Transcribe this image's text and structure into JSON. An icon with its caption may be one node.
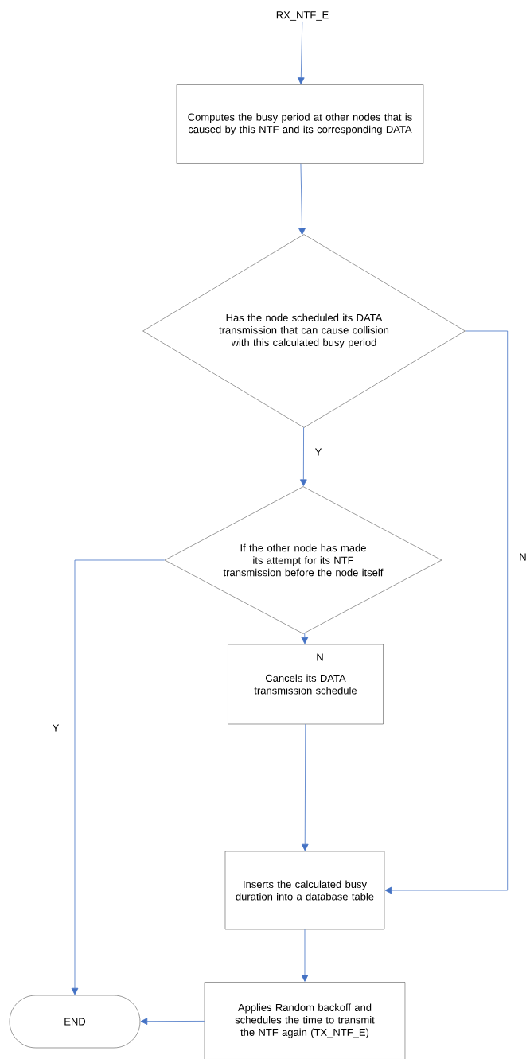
{
  "diagram": {
    "nodes": [
      {
        "text": [
          "RX_NTF_E"
        ]
      },
      {
        "text": [
          "Computes the busy period at other nodes that is caused by this NTF and its corresponding DATA"
        ]
      },
      {
        "text": [
          "Has the node scheduled its DATA transmission that can cause collision with this calculated busy period"
        ]
      },
      {
        "text": [
          "If the other node has made its attempt for its NTF transmission before the node itself"
        ]
      },
      {
        "text": [
          "Cancels its DATA transmission schedule"
        ]
      },
      {
        "text": [
          "Inserts the calculated busy duration into a database table"
        ]
      },
      {
        "text": [
          "Applies Random backoff and schedules the time to transmit the NTF again (TX_NTF_E)"
        ]
      },
      {
        "text": [
          "END"
        ]
      }
    ],
    "edges": [
      {
        "from": 0,
        "to": 1,
        "arrow": "to"
      },
      {
        "from": 1,
        "to": 2,
        "arrow": "to"
      },
      {
        "from": 2,
        "to": 3,
        "arrow": "to",
        "label": "Y"
      },
      {
        "from": 3,
        "to": 4,
        "arrow": "to",
        "label": "N"
      },
      {
        "from": 4,
        "to": 5,
        "arrow": "to"
      },
      {
        "from": 2,
        "to": 5,
        "arrow": "to",
        "label": "N"
      },
      {
        "from": 5,
        "to": 6,
        "arrow": "to"
      },
      {
        "from": 3,
        "to": 7,
        "arrow": "to",
        "label": "Y"
      },
      {
        "from": 6,
        "to": 7,
        "arrow": "to"
      }
    ]
  }
}
